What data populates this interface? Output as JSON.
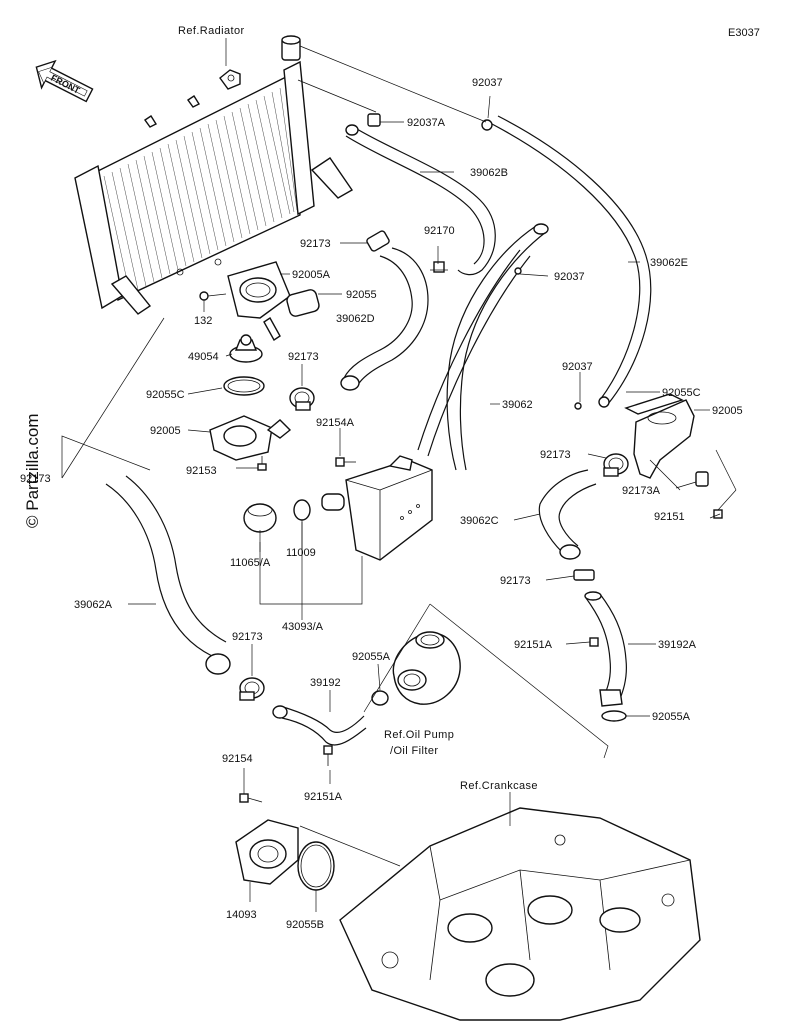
{
  "diagram_code": "E3037",
  "watermark": "© Partzilla.com",
  "front_label": "FRONT",
  "refs": {
    "radiator": "Ref.Radiator",
    "oil_pump_1": "Ref.Oil Pump",
    "oil_pump_2": "/Oil Filter",
    "crankcase": "Ref.Crankcase"
  },
  "callouts": {
    "p92037_top": "92037",
    "p92037A": "92037A",
    "p39062B": "39062B",
    "p92170": "92170",
    "p39062E": "39062E",
    "p92173_a": "92173",
    "p92005A": "92005A",
    "p92037_mid": "92037",
    "p92055": "92055",
    "p132": "132",
    "p39062D": "39062D",
    "p49054": "49054",
    "p92173_b": "92173",
    "p92055C_l": "92055C",
    "p92037_r": "92037",
    "p39062": "39062",
    "p92055C_r": "92055C",
    "p92005_r": "92005",
    "p92005_l": "92005",
    "p92154A": "92154A",
    "p92173_c": "92173",
    "p92153": "92153",
    "p92173A": "92173A",
    "p92173_left": "92173",
    "p39062C": "39062C",
    "p92151": "92151",
    "p11065A": "11065/A",
    "p11009": "11009",
    "p92173_d": "92173",
    "p39062A": "39062A",
    "p43093A": "43093/A",
    "p92151A_r": "92151A",
    "p39192A": "39192A",
    "p92173_e": "92173",
    "p92055A_l": "92055A",
    "p39192": "39192",
    "p92055A_r": "92055A",
    "p92151A_b": "92151A",
    "p92154": "92154",
    "p14093": "14093",
    "p92055B": "92055B"
  }
}
